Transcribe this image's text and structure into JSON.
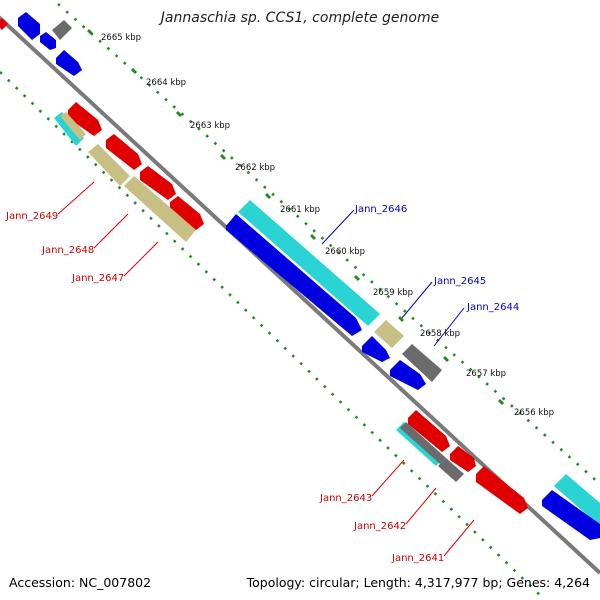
{
  "title": "Jannaschia sp. CCS1, complete genome",
  "footer": {
    "accession": "Accession: NC_007802",
    "summary": "Topology: circular; Length: 4,317,977 bp; Genes: 4,264"
  },
  "ruler": [
    "2665 kbp",
    "2664 kbp",
    "2663 kbp",
    "2662 kbp",
    "2661 kbp",
    "2660 kbp",
    "2659 kbp",
    "2658 kbp",
    "2657 kbp",
    "2656 kbp"
  ],
  "genes": [
    {
      "name": "Jann_2649",
      "strand": "minus",
      "color": "#cc0000"
    },
    {
      "name": "Jann_2648",
      "strand": "minus",
      "color": "#cc0000"
    },
    {
      "name": "Jann_2647",
      "strand": "minus",
      "color": "#cc0000"
    },
    {
      "name": "Jann_2646",
      "strand": "plus",
      "color": "#0000cc"
    },
    {
      "name": "Jann_2645",
      "strand": "plus",
      "color": "#0000cc"
    },
    {
      "name": "Jann_2644",
      "strand": "plus",
      "color": "#0000cc"
    },
    {
      "name": "Jann_2643",
      "strand": "minus",
      "color": "#cc0000"
    },
    {
      "name": "Jann_2642",
      "strand": "minus",
      "color": "#cc0000"
    },
    {
      "name": "Jann_2641",
      "strand": "minus",
      "color": "#cc0000"
    }
  ],
  "colors": {
    "cds_plus": "#0000e0",
    "cds_minus": "#ee0000",
    "rna_cyan": "#2ad4d4",
    "tan": "#c8bf84",
    "gray": "#6b6b6b",
    "backbone": "#7a7a7a",
    "ruler": "#228b22"
  }
}
